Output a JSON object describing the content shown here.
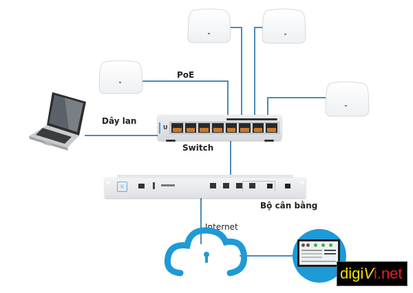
{
  "diagram": {
    "labels": {
      "poe": "PoE",
      "lan_cable": "Dây lan",
      "switch": "Switch",
      "load_balancer": "Bộ cân bằng",
      "internet": "Internet"
    },
    "nodes": [
      {
        "id": "laptop",
        "type": "laptop"
      },
      {
        "id": "ap-1",
        "type": "access-point"
      },
      {
        "id": "ap-2",
        "type": "access-point"
      },
      {
        "id": "ap-3",
        "type": "access-point"
      },
      {
        "id": "ap-4",
        "type": "access-point"
      },
      {
        "id": "switch",
        "type": "switch",
        "ports": [
          "1",
          "2",
          "3",
          "4",
          "5",
          "6",
          "7",
          "8"
        ]
      },
      {
        "id": "router",
        "type": "load-balancer"
      },
      {
        "id": "cloud",
        "type": "internet-cloud",
        "icon": "shield-lock-icon"
      },
      {
        "id": "monitor",
        "type": "management-dashboard"
      }
    ],
    "edges": [
      {
        "from": "laptop",
        "to": "switch",
        "label": "Dây lan"
      },
      {
        "from": "ap-1",
        "to": "switch",
        "label": "PoE"
      },
      {
        "from": "ap-2",
        "to": "switch"
      },
      {
        "from": "ap-3",
        "to": "switch"
      },
      {
        "from": "ap-4",
        "to": "switch"
      },
      {
        "from": "switch",
        "to": "router"
      },
      {
        "from": "router",
        "to": "cloud",
        "label": "Internet"
      },
      {
        "from": "cloud",
        "to": "monitor"
      }
    ],
    "colors": {
      "line": "#4a8ab8",
      "cloud": "#1e9ad6",
      "device": "#e6e8ea",
      "port_orange": "#c87a2a"
    }
  },
  "brand": {
    "logo_text_1": "digi",
    "logo_text_2": "V",
    "logo_text_3": "i.net"
  }
}
